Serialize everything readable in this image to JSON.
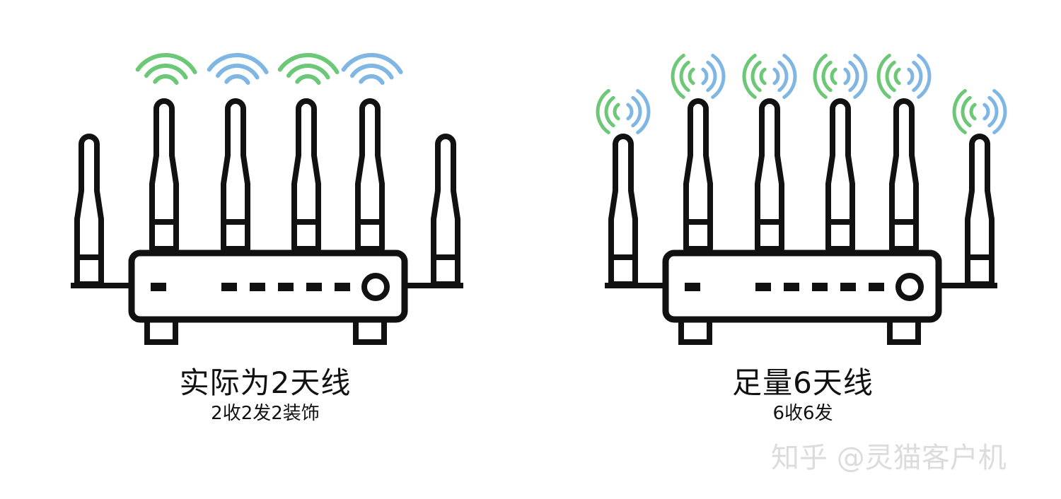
{
  "colors": {
    "outline": "#111111",
    "fill": "#ffffff",
    "signal_green": "#6cc776",
    "signal_blue": "#7fb6e4",
    "watermark": "#dcdcdc"
  },
  "left_router": {
    "title": "实际为2天线",
    "subtitle": "2收2发2装饰",
    "signals": [
      {
        "antenna": 2,
        "color": "green",
        "icon": "wifi-arc-icon"
      },
      {
        "antenna": 3,
        "color": "blue",
        "icon": "wifi-arc-icon"
      },
      {
        "antenna": 4,
        "color": "green",
        "icon": "wifi-arc-icon"
      },
      {
        "antenna": 5,
        "color": "blue",
        "icon": "wifi-arc-icon"
      }
    ]
  },
  "right_router": {
    "title": "足量6天线",
    "subtitle": "6收6发",
    "signals": [
      {
        "antenna": 1,
        "icon": "radiating-signal-icon"
      },
      {
        "antenna": 2,
        "icon": "radiating-signal-icon"
      },
      {
        "antenna": 3,
        "icon": "radiating-signal-icon"
      },
      {
        "antenna": 4,
        "icon": "radiating-signal-icon"
      },
      {
        "antenna": 5,
        "icon": "radiating-signal-icon"
      },
      {
        "antenna": 6,
        "icon": "radiating-signal-icon"
      }
    ]
  },
  "watermark": "知乎 @灵猫客户机"
}
